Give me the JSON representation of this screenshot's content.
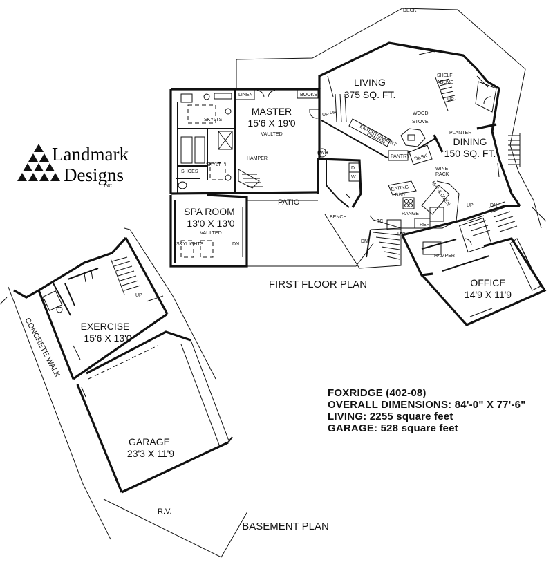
{
  "brand": {
    "line1": "Landmark",
    "line2": "Designs",
    "suffix": "INC."
  },
  "plans": {
    "first": "FIRST FLOOR PLAN",
    "basement": "BASEMENT PLAN"
  },
  "rooms": {
    "living": {
      "name": "LIVING",
      "size": "375 SQ. FT."
    },
    "master": {
      "name": "MASTER",
      "size": "15'6 X 19'0",
      "note": "VAULTED"
    },
    "dining": {
      "name": "DINING",
      "size": "150 SQ. FT."
    },
    "spa": {
      "name": "SPA ROOM",
      "size": "13'0 X 13'0",
      "note": "VAULTED"
    },
    "office": {
      "name": "OFFICE",
      "size": "14'9 X 11'9"
    },
    "exercise": {
      "name": "EXERCISE",
      "size": "15'6 X 13'0"
    },
    "garage": {
      "name": "GARAGE",
      "size": "23'3 X 11'9"
    }
  },
  "labels": {
    "deck": "DECK",
    "linen": "LINEN",
    "books": "BOOKS",
    "skylts": "SKYLTS",
    "skylt": "SKYLT",
    "shoes": "SHOES",
    "hamper": "HAMPER",
    "patio": "PATIO",
    "bench": "BENCH",
    "skylights": "SKYLIGHTS",
    "wood_stove_1": "WOOD",
    "wood_stove_2": "STOVE",
    "entertainment_1": "ENTERTAINMENT",
    "entertainment_2": "CENTER",
    "pantry": "PANTRY",
    "desk": "DESK",
    "shelf_above_1": "SHELF",
    "shelf_above_2": "ABOVE",
    "planter": "PLANTER",
    "wine_rack_1": "WINE",
    "wine_rack_2": "RACK",
    "mw_oven": "M/O & OVEN",
    "eating_bar_1": "EATING",
    "eating_bar_2": "BAR",
    "range": "RANGE",
    "ref": "REF",
    "dw": "DW",
    "tc": "TC",
    "wh": "WH",
    "d": "D",
    "w": "W",
    "up": "UP",
    "dn": "DN",
    "concrete_walk": "CONCRETE WALK",
    "rv": "R.V."
  },
  "info": {
    "name": "FOXRIDGE (402-08)",
    "overall": "OVERALL DIMENSIONS: 84'-0\" X 77'-6\"",
    "living": "LIVING: 2255 square feet",
    "garage": "GARAGE: 528 square feet"
  }
}
